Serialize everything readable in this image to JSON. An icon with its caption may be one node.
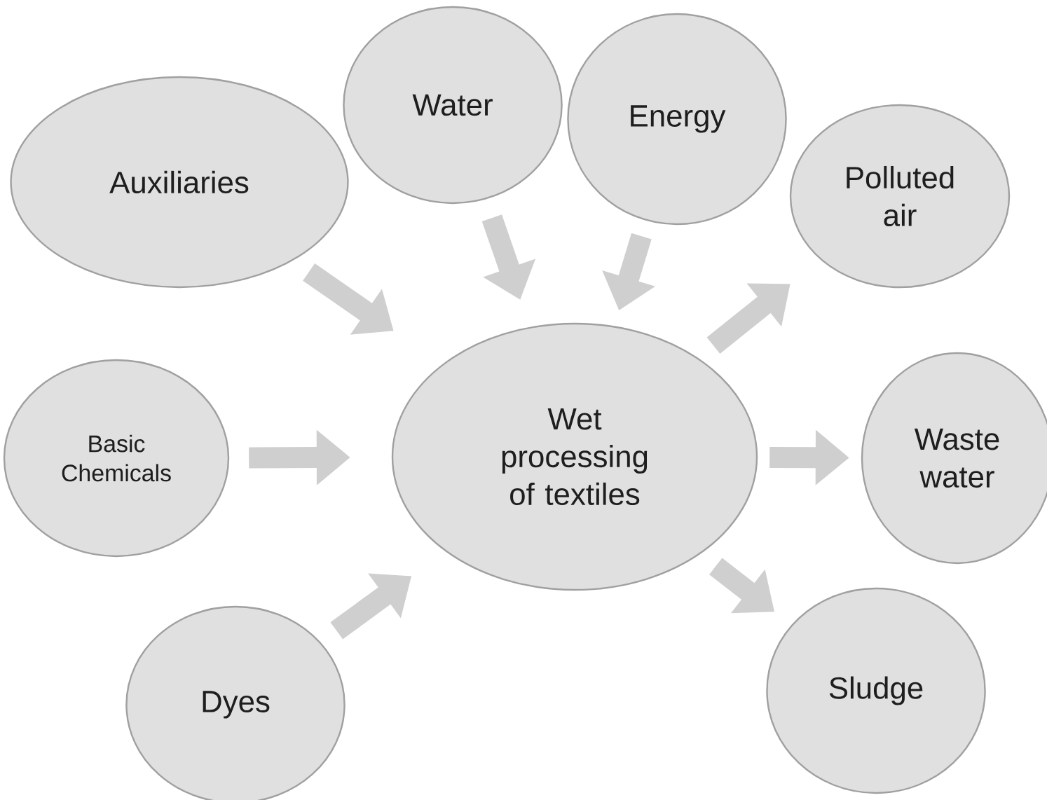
{
  "diagram": {
    "nodes": [
      {
        "text": [
          "Water"
        ]
      },
      {
        "text": [
          "Energy"
        ]
      },
      {
        "text": [
          "Auxiliaries"
        ]
      },
      {
        "text": [
          "Polluted air"
        ]
      },
      {
        "text": [
          "Basic Chemicals"
        ]
      },
      {
        "text": [
          "Wet processing of textiles"
        ]
      },
      {
        "text": [
          "Waste water"
        ]
      },
      {
        "text": [
          "Dyes"
        ]
      },
      {
        "text": [
          "Sludge"
        ]
      }
    ],
    "edges": [
      {
        "from": 0,
        "to": 5,
        "arrow": "to"
      },
      {
        "from": 1,
        "to": 5,
        "arrow": "to"
      },
      {
        "from": 2,
        "to": 5,
        "arrow": "to"
      },
      {
        "from": 4,
        "to": 5,
        "arrow": "to"
      },
      {
        "from": 7,
        "to": 5,
        "arrow": "to"
      },
      {
        "from": 5,
        "to": 3,
        "arrow": "to"
      },
      {
        "from": 5,
        "to": 6,
        "arrow": "to"
      },
      {
        "from": 5,
        "to": 8,
        "arrow": "to"
      }
    ]
  }
}
